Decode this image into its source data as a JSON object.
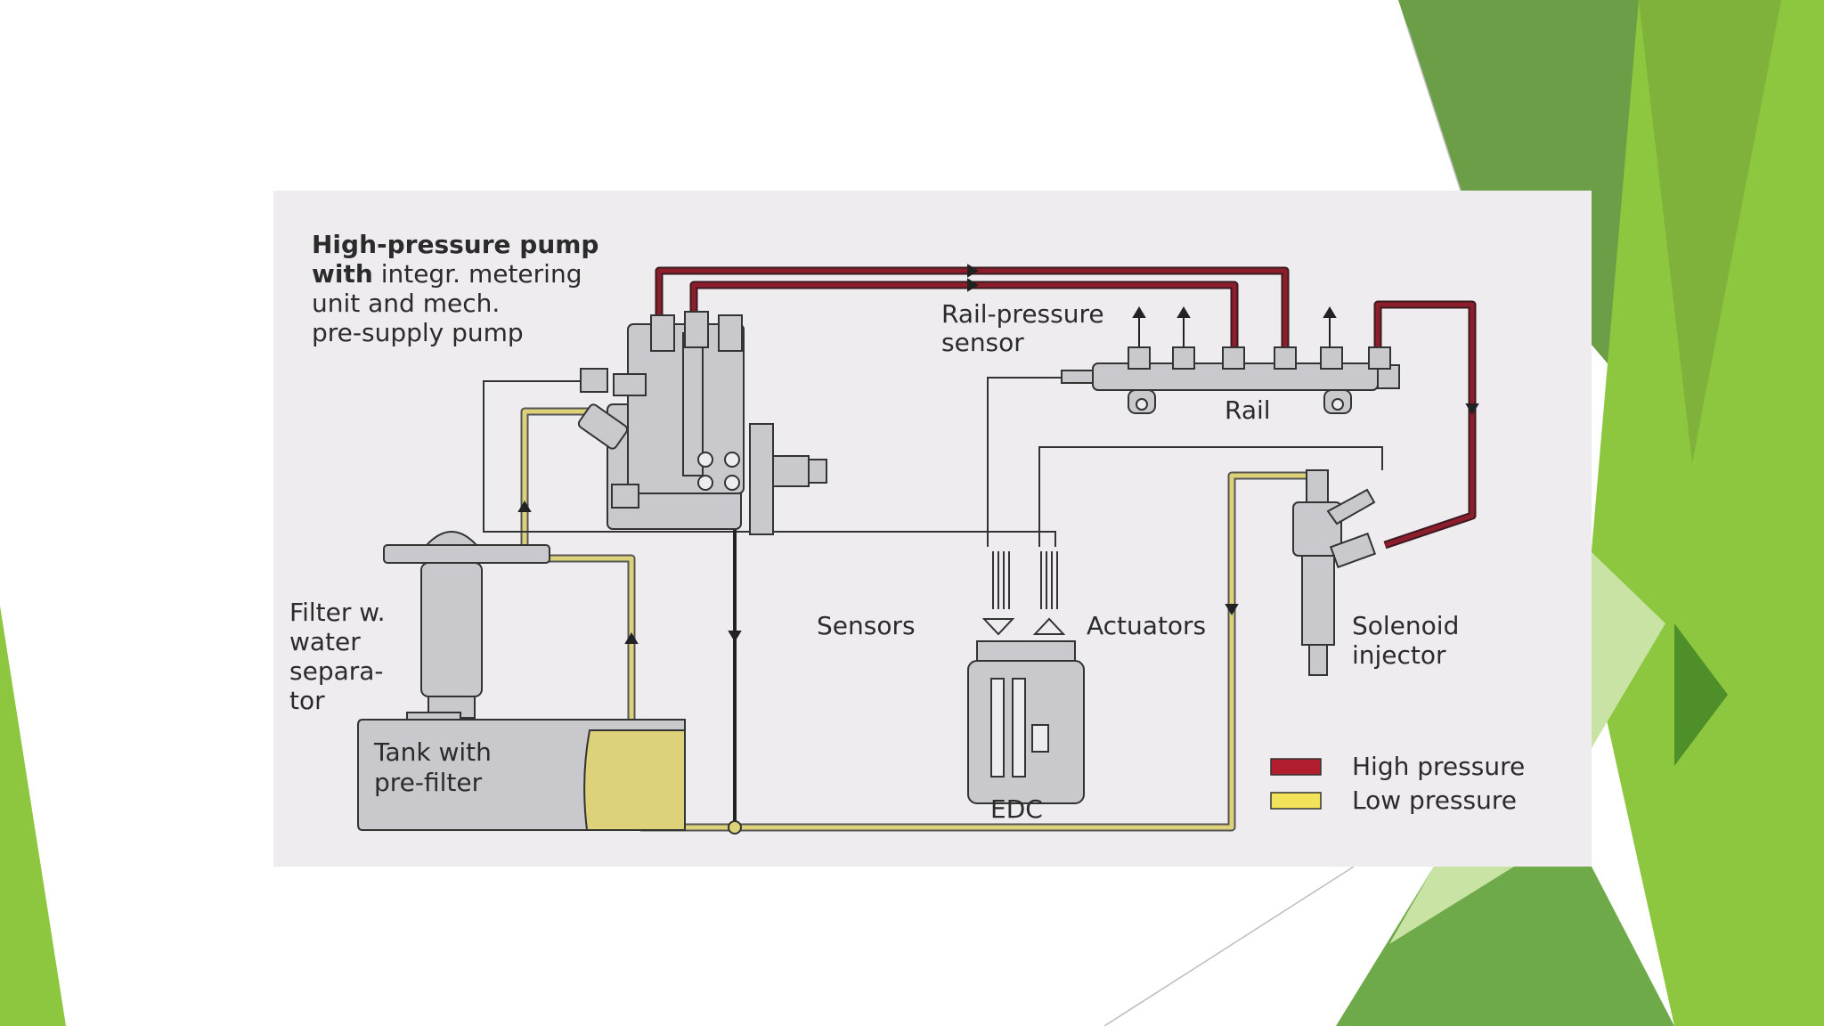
{
  "slide": {
    "accent_colors": [
      "#8dc63f",
      "#6b9e46",
      "#a6d05a",
      "#4f8f2a",
      "#c9e3a4"
    ]
  },
  "diagram": {
    "pump_label": {
      "line1": "High-pressure pump",
      "line2_bold": "with",
      "line2_rest": " integr. metering",
      "line3": "unit and mech.",
      "line4": "pre-supply pump"
    },
    "rail_pressure_sensor": [
      "Rail-pressure",
      "sensor"
    ],
    "rail": "Rail",
    "filter": [
      "Filter w.",
      "water",
      "separa-",
      "tor"
    ],
    "tank": [
      "Tank with",
      "pre-filter"
    ],
    "sensors": "Sensors",
    "actuators": "Actuators",
    "edc": "EDC",
    "injector": [
      "Solenoid",
      "injector"
    ],
    "legend": [
      {
        "label": "High pressure",
        "color": "#b01e2e"
      },
      {
        "label": "Low pressure",
        "color": "#f2e35a"
      }
    ],
    "colors": {
      "panel": "#eeecef",
      "component": "#c9c8cc",
      "high_pressure_line": "#8e1d2c",
      "low_pressure_line": "#ddd27a",
      "stroke": "#333333"
    }
  }
}
